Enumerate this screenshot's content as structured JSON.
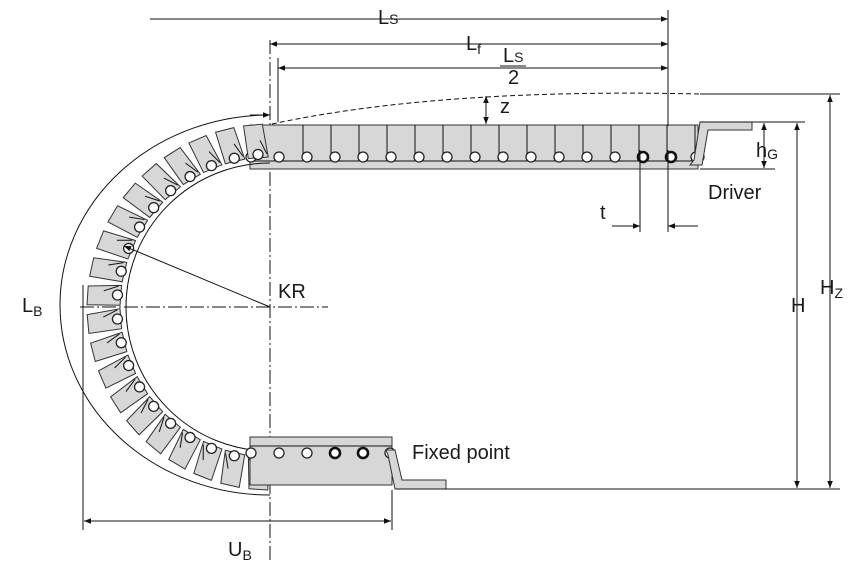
{
  "labels": {
    "ls": "L",
    "ls_sub": "S",
    "lf": "L",
    "lf_sub": "f",
    "ls_half_num": "L",
    "ls_half_num_sub": "S",
    "ls_half_den": "2",
    "z": "z",
    "hg": "h",
    "hg_sub": "G",
    "driver": "Driver",
    "t": "t",
    "kr": "KR",
    "lb": "L",
    "lb_sub": "B",
    "h": "H",
    "hz": "H",
    "hz_sub": "Z",
    "fixed_point": "Fixed point",
    "ub": "U",
    "ub_sub": "B"
  }
}
